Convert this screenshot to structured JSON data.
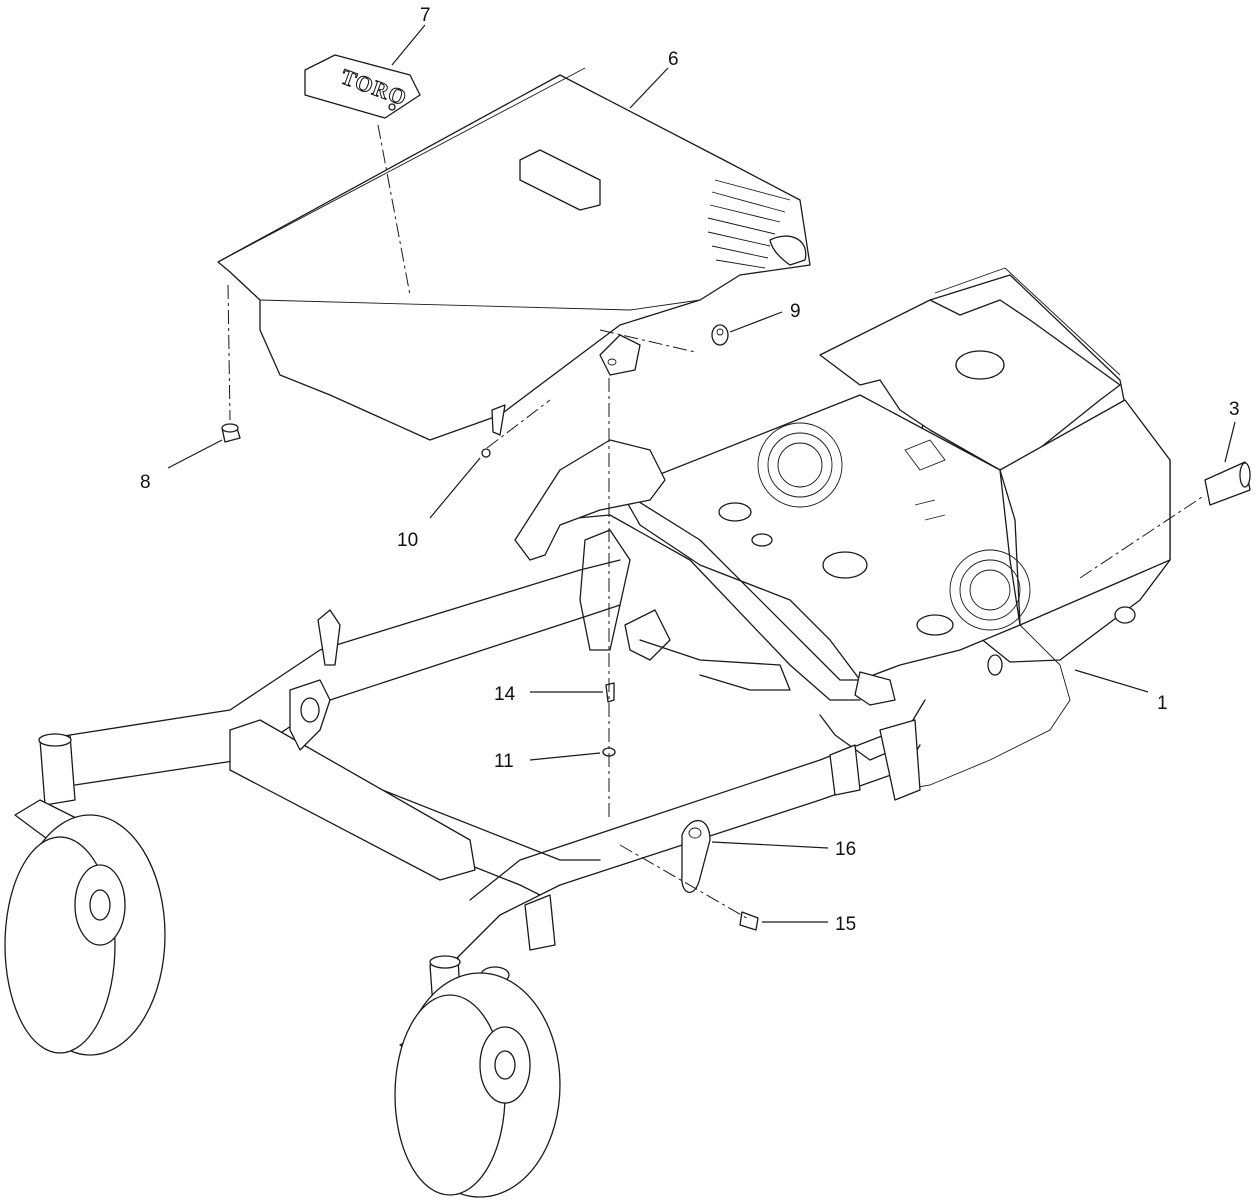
{
  "decal_text": "TORO",
  "callouts": [
    {
      "id": "7",
      "label": "7"
    },
    {
      "id": "6",
      "label": "6"
    },
    {
      "id": "9",
      "label": "9"
    },
    {
      "id": "3",
      "label": "3"
    },
    {
      "id": "8",
      "label": "8"
    },
    {
      "id": "10",
      "label": "10"
    },
    {
      "id": "1",
      "label": "1"
    },
    {
      "id": "14",
      "label": "14"
    },
    {
      "id": "11",
      "label": "11"
    },
    {
      "id": "16",
      "label": "16"
    },
    {
      "id": "15",
      "label": "15"
    }
  ]
}
